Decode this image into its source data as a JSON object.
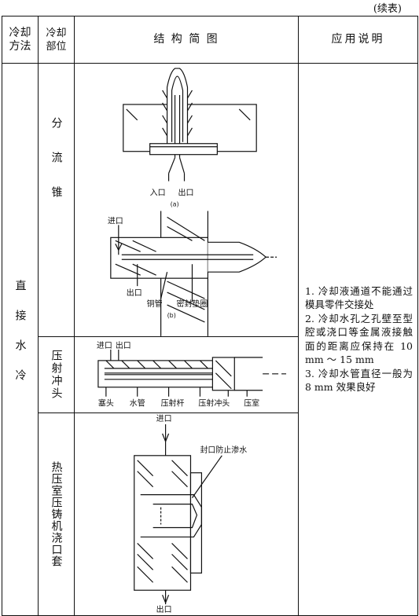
{
  "continued_label": "(续表)",
  "headers": {
    "method": "冷却方法",
    "part": "冷却部位",
    "structure": "结 构 简 图",
    "note": "应用说明"
  },
  "method_value": "直接水冷",
  "parts": [
    {
      "name": "分流锥"
    },
    {
      "name": "压射冲头"
    },
    {
      "name": "热压室压铸机浇口套"
    }
  ],
  "diagram_labels": {
    "fig_a": {
      "inlet": "入口",
      "outlet": "出口",
      "caption": "(a)"
    },
    "fig_b": {
      "inlet": "进口",
      "outlet": "出口",
      "copper_pipe": "铜管",
      "seal": "密封垫圈",
      "caption": "(b)"
    },
    "punch": {
      "inlet": "进口",
      "outlet": "出口",
      "plug": "塞头",
      "water_pipe": "水管",
      "rod": "压射杆",
      "punch": "压射冲头",
      "chamber": "压室"
    },
    "sprue": {
      "inlet": "进口",
      "seal_note": "封口防止渗水",
      "outlet": "出口"
    }
  },
  "notes": [
    "1. 冷却液通道不能通过模具零件交接处",
    "2. 冷却水孔之孔壁至型腔或浇口等金属液接触面的距离应保持在 10 mm ～ 15 mm",
    "3. 冷却水管直径一般为 8 mm 效果良好"
  ]
}
